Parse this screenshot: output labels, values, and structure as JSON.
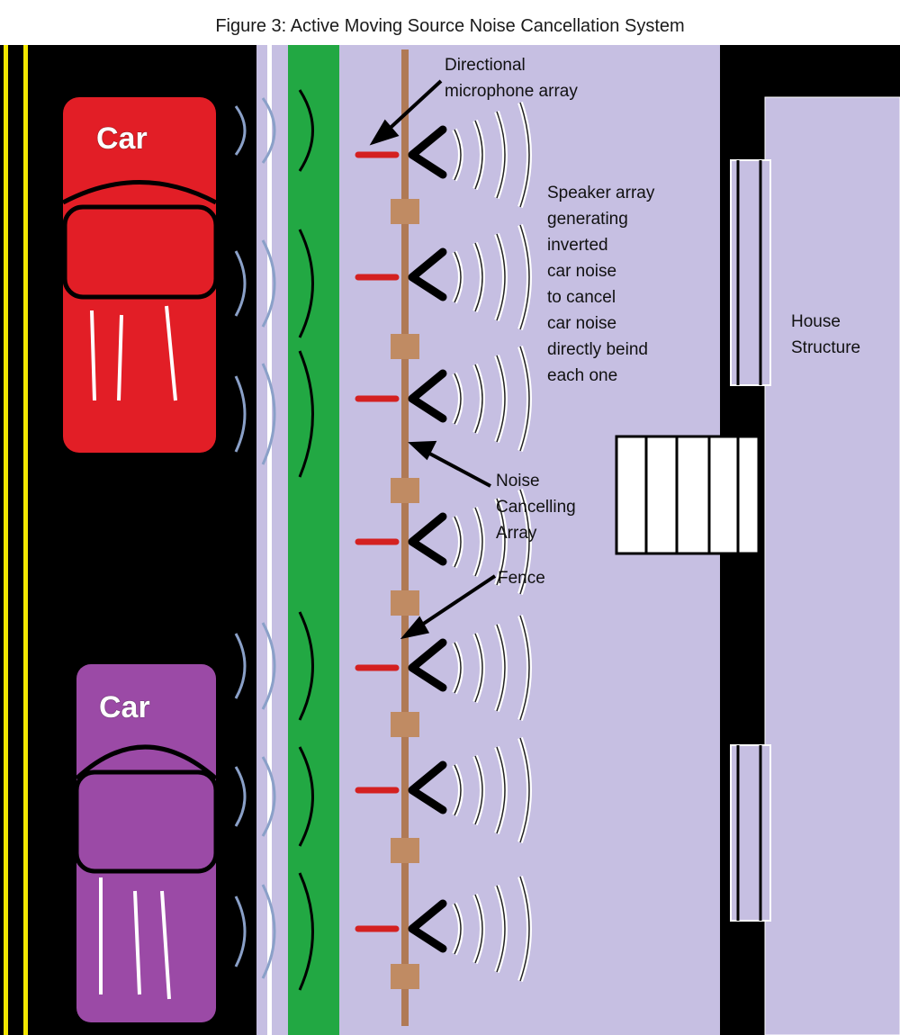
{
  "title": "Figure 3:  Active Moving Source Noise Cancellation System",
  "labels": {
    "directional_mic": "Directional\nmicrophone array",
    "speaker_array": "Speaker array\ngenerating\ninverted\ncar noise\nto cancel\ncar noise\ndirectly beind\neach one",
    "noise_cancelling": "Noise\nCancelling\nArray",
    "fence": "Fence",
    "house": "House\nStructure",
    "car_top": "Car",
    "car_bottom": "Car"
  },
  "colors": {
    "road": "#000000",
    "lane_line": "#f2e600",
    "lawn": "#c6bfe2",
    "hedge": "#22a843",
    "fence": "#b07a55",
    "fence_post": "#c08b63",
    "microphone": "#d42020",
    "car_top": "#e21e26",
    "car_bottom": "#9b4aa6",
    "house": "#c6bfe2"
  }
}
